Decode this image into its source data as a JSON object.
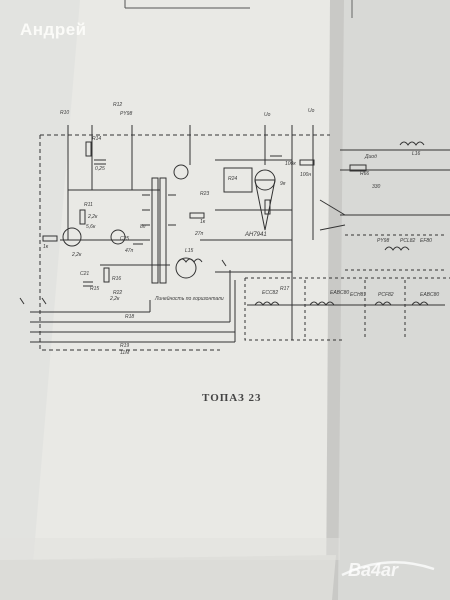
{
  "watermark": "Андрей",
  "document": {
    "title": "ТОПАЗ 23"
  },
  "schematic": {
    "labels": [
      "R12",
      "PY98",
      "R10",
      "Uo",
      "R11",
      "R14",
      "R15",
      "R16",
      "R17",
      "R18",
      "R19",
      "5,6к",
      "2,2к",
      "1к",
      "47п",
      "8п",
      "0,25",
      "АН7941",
      "27п",
      "100к",
      "100н",
      "9я",
      "Uo",
      "1к",
      "2,2к",
      "C21",
      "C25",
      "R23",
      "R24",
      "2,2к",
      "R22",
      "Линейность по горизонтали",
      "L15",
      "L16",
      "PY98",
      "EF80",
      "PCL82",
      "PCF82",
      "ECC82",
      "EABC80",
      "ECH81",
      "EABC80",
      "Диод",
      "R66",
      "330",
      "11M"
    ]
  },
  "logo": {
    "text": "Ba4ar"
  }
}
